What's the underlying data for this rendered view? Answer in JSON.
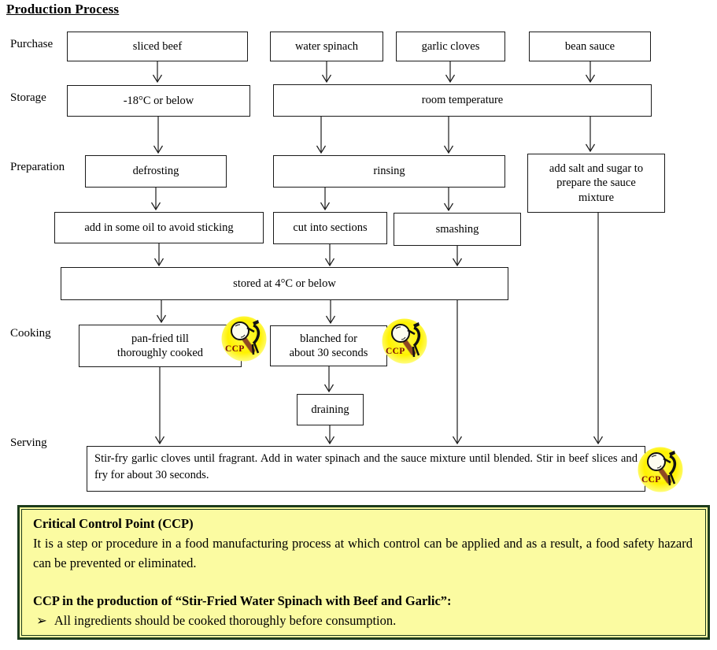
{
  "title": "Production Process",
  "stage_labels": {
    "purchase": "Purchase",
    "storage": "Storage",
    "preparation": "Preparation",
    "cooking": "Cooking",
    "serving": "Serving"
  },
  "boxes": {
    "sliced_beef": "sliced beef",
    "water_spinach": "water spinach",
    "garlic_cloves": "garlic cloves",
    "bean_sauce": "bean sauce",
    "beef_storage": "-18°C or below",
    "room_temperature": "room temperature",
    "defrosting": "defrosting",
    "rinsing": "rinsing",
    "sauce_mixture": "add salt and sugar to\nprepare the sauce\nmixture",
    "add_oil": "add in some oil to avoid sticking",
    "cut_into_sections": "cut into sections",
    "smashing": "smashing",
    "stored": "stored at 4°C or below",
    "pan_fried": "pan-fried till\nthoroughly cooked",
    "blanched": "blanched for\nabout 30 seconds",
    "draining": "draining",
    "serving_step": "Stir-fry garlic cloves until fragrant.  Add in water spinach and the sauce mixture until blended. Stir in beef slices and fry for about 30 seconds."
  },
  "ccp_icon": {
    "label": "CCP"
  },
  "info_panel": {
    "heading": "Critical Control Point (CCP)",
    "body": "It is a step or procedure in a food manufacturing process at which control can be applied and as a result, a food safety hazard can be prevented or eliminated.",
    "subheading": "CCP in the production of “Stir-Fried Water Spinach with Beef and Garlic”:",
    "bullet_glyph": "➢",
    "bullet": "All ingredients should be cooked thoroughly before consumption."
  },
  "colors": {
    "panel_border": "#1c3b1c",
    "panel_bg": "#fbfba1",
    "ccp_yellow": "#fff200",
    "ccp_text": "#7b0a0a",
    "line": "#1a1a1a"
  }
}
